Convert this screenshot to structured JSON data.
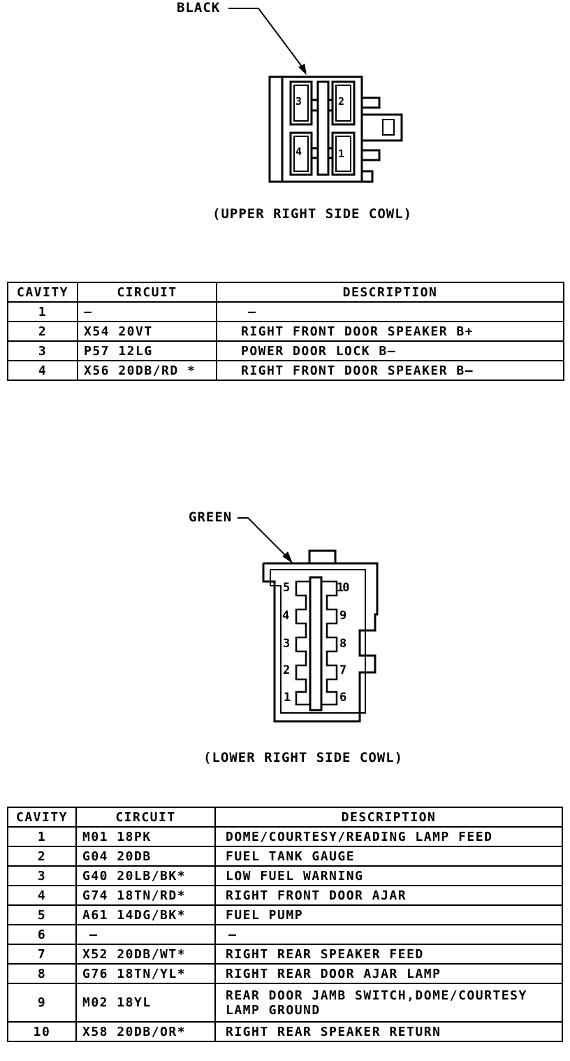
{
  "connector_upper": {
    "color_label": "BLACK",
    "caption": "(UPPER RIGHT SIDE COWL)",
    "pins": [
      "1",
      "2",
      "3",
      "4"
    ]
  },
  "table_upper": {
    "headers": [
      "CAVITY",
      "CIRCUIT",
      "DESCRIPTION"
    ],
    "rows": [
      {
        "cavity": "1",
        "circuit": "—",
        "description": "—"
      },
      {
        "cavity": "2",
        "circuit": "X54 20VT",
        "description": "RIGHT FRONT DOOR SPEAKER B+"
      },
      {
        "cavity": "3",
        "circuit": "P57 12LG",
        "description": "POWER DOOR LOCK B—"
      },
      {
        "cavity": "4",
        "circuit": "X56 20DB/RD *",
        "description": "RIGHT FRONT DOOR SPEAKER B—"
      }
    ]
  },
  "connector_lower": {
    "color_label": "GREEN",
    "caption": "(LOWER RIGHT SIDE COWL)",
    "pins": [
      "1",
      "2",
      "3",
      "4",
      "5",
      "6",
      "7",
      "8",
      "9",
      "10"
    ]
  },
  "table_lower": {
    "headers": [
      "CAVITY",
      "CIRCUIT",
      "DESCRIPTION"
    ],
    "rows": [
      {
        "cavity": "1",
        "circuit": "M01 18PK",
        "description": "DOME/COURTESY/READING LAMP FEED"
      },
      {
        "cavity": "2",
        "circuit": "G04 20DB",
        "description": "FUEL TANK GAUGE"
      },
      {
        "cavity": "3",
        "circuit": "G40 20LB/BK*",
        "description": "LOW FUEL WARNING"
      },
      {
        "cavity": "4",
        "circuit": "G74 18TN/RD*",
        "description": "RIGHT FRONT DOOR AJAR"
      },
      {
        "cavity": "5",
        "circuit": "A61 14DG/BK*",
        "description": "FUEL PUMP"
      },
      {
        "cavity": "6",
        "circuit": "—",
        "description": "—"
      },
      {
        "cavity": "7",
        "circuit": "X52 20DB/WT*",
        "description": "RIGHT REAR SPEAKER FEED"
      },
      {
        "cavity": "8",
        "circuit": "G76 18TN/YL*",
        "description": "RIGHT REAR DOOR AJAR LAMP"
      },
      {
        "cavity": "9",
        "circuit": "M02 18YL",
        "description": "REAR DOOR JAMB SWITCH,DOME/COURTESY LAMP GROUND"
      },
      {
        "cavity": "10",
        "circuit": "X58 20DB/OR*",
        "description": "RIGHT REAR SPEAKER RETURN"
      }
    ]
  }
}
